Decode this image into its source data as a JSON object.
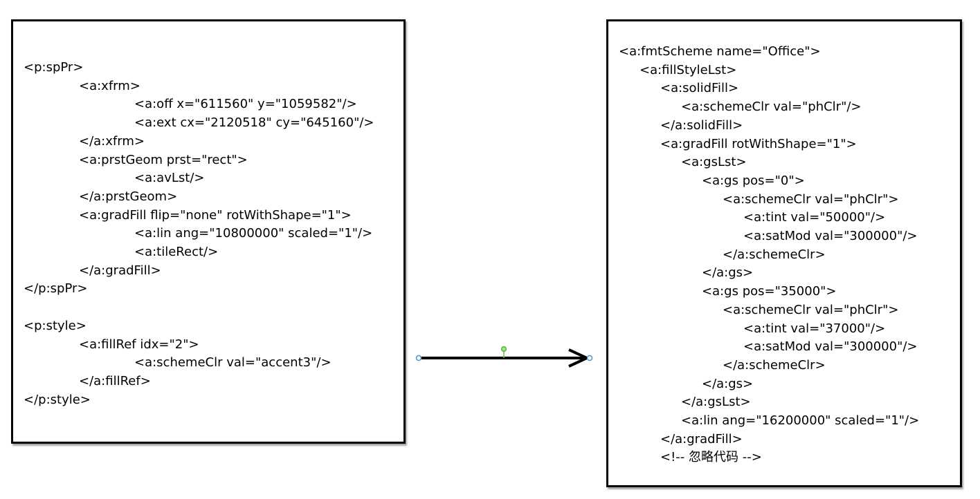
{
  "left_code": {
    "lines": [
      "<p:spPr>",
      "<a:xfrm>",
      "<a:off x=\"611560\" y=\"1059582\"/>",
      "<a:ext cx=\"2120518\" cy=\"645160\"/>",
      "</a:xfrm>",
      "<a:prstGeom prst=\"rect\">",
      "<a:avLst/>",
      "</a:prstGeom>",
      "<a:gradFill flip=\"none\" rotWithShape=\"1\">",
      "<a:lin ang=\"10800000\" scaled=\"1\"/>",
      "<a:tileRect/>",
      "</a:gradFill>",
      "</p:spPr>",
      "",
      "<p:style>",
      "<a:fillRef idx=\"2\">",
      "<a:schemeClr val=\"accent3\"/>",
      "</a:fillRef>",
      "</p:style>"
    ],
    "indents": [
      0,
      1,
      2,
      2,
      1,
      1,
      2,
      1,
      1,
      2,
      2,
      1,
      0,
      0,
      0,
      1,
      2,
      1,
      0
    ]
  },
  "right_code": {
    "lines": [
      "<a:fmtScheme name=\"Office\">",
      "<a:fillStyleLst>",
      "<a:solidFill>",
      "<a:schemeClr val=\"phClr\"/>",
      "</a:solidFill>",
      "<a:gradFill rotWithShape=\"1\">",
      "<a:gsLst>",
      "<a:gs pos=\"0\">",
      "<a:schemeClr val=\"phClr\">",
      "<a:tint val=\"50000\"/>",
      "<a:satMod val=\"300000\"/>",
      "</a:schemeClr>",
      "</a:gs>",
      "<a:gs pos=\"35000\">",
      "<a:schemeClr val=\"phClr\">",
      "<a:tint val=\"37000\"/>",
      "<a:satMod val=\"300000\"/>",
      "</a:schemeClr>",
      "</a:gs>",
      "</a:gsLst>",
      "<a:lin ang=\"16200000\" scaled=\"1\"/>",
      "</a:gradFill>",
      "<!-- 忽略代码 -->"
    ],
    "indents": [
      0,
      1,
      2,
      3,
      2,
      2,
      3,
      4,
      5,
      6,
      6,
      5,
      4,
      4,
      5,
      6,
      6,
      5,
      4,
      3,
      3,
      2,
      2
    ]
  },
  "colors": {
    "box_border": "#000000",
    "arrow": "#000000",
    "handle_endpoint": "#4a90c8",
    "handle_mid": "#6cbf3c"
  }
}
